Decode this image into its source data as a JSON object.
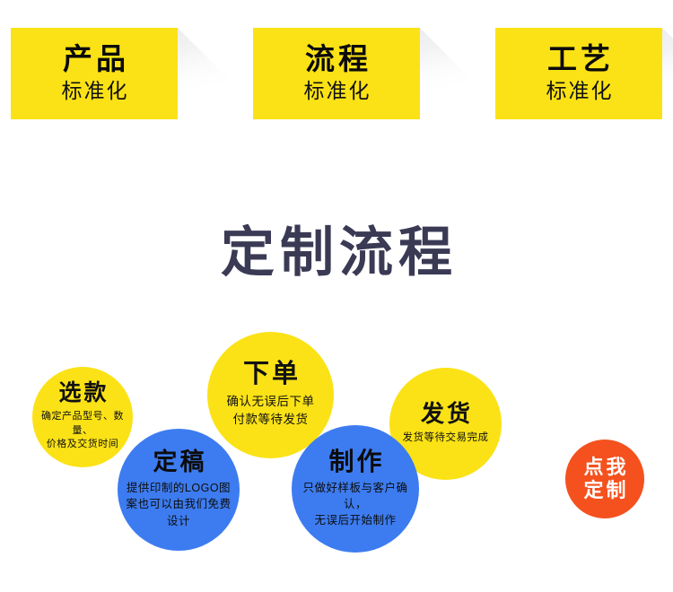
{
  "colors": {
    "yellow": "#fbe216",
    "blue": "#3d7cf0",
    "cta_red": "#f4511e",
    "title_navy": "#3a3a55",
    "text_black": "#111111",
    "background": "#ffffff",
    "shadow_gray": "#e8e8e8"
  },
  "banners": [
    {
      "title": "产品",
      "subtitle": "标准化"
    },
    {
      "title": "流程",
      "subtitle": "标准化"
    },
    {
      "title": "工艺",
      "subtitle": "标准化"
    }
  ],
  "page_title": "定制流程",
  "flow_steps": [
    {
      "name": "选款",
      "desc_line1": "确定产品型号、数量、",
      "desc_line2": "价格及交货时间",
      "desc_line3": "",
      "color": "yellow"
    },
    {
      "name": "定稿",
      "desc_line1": "提供印制的LOGO图",
      "desc_line2": "案也可以由我们免费",
      "desc_line3": "设计",
      "color": "blue"
    },
    {
      "name": "下单",
      "desc_line1": "确认无误后下单",
      "desc_line2": "付款等待发货",
      "desc_line3": "",
      "color": "yellow"
    },
    {
      "name": "制作",
      "desc_line1": "只做好样板与客户确认，",
      "desc_line2": "无误后开始制作",
      "desc_line3": "",
      "color": "blue"
    },
    {
      "name": "发货",
      "desc_line1": "发货等待交易完成",
      "desc_line2": "",
      "desc_line3": "",
      "color": "yellow"
    }
  ],
  "cta": {
    "line1": "点我",
    "line2": "定制"
  }
}
